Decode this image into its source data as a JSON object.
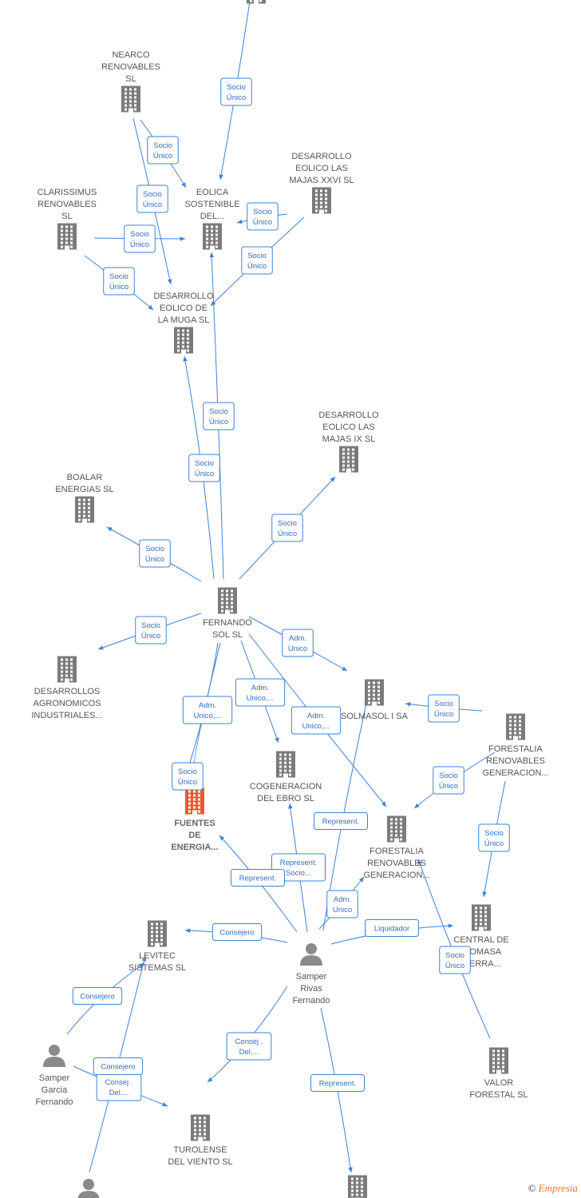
{
  "colors": {
    "company": "#7b7b7b",
    "focus": "#f05a28",
    "person": "#8a8a8a",
    "edge": "#3d82d6"
  },
  "nodes": [
    {
      "id": "top",
      "kind": "company",
      "lines": []
    },
    {
      "id": "nearco",
      "kind": "company",
      "lines": [
        "NEARCO",
        "RENOVABLES",
        "SL"
      ]
    },
    {
      "id": "eolica",
      "kind": "company",
      "lines": [
        "EOLICA",
        "SOSTENIBLE",
        "DEL..."
      ]
    },
    {
      "id": "majas26",
      "kind": "company",
      "lines": [
        "DESARROLLO",
        "EOLICO LAS",
        "MAJAS XXVI  SL"
      ]
    },
    {
      "id": "clarissimus",
      "kind": "company",
      "lines": [
        "CLARISSIMUS",
        "RENOVABLES",
        "SL"
      ]
    },
    {
      "id": "muga",
      "kind": "company",
      "lines": [
        "DESARROLLO",
        "EOLICO DE",
        "LA MUGA SL"
      ]
    },
    {
      "id": "majas9",
      "kind": "company",
      "lines": [
        "DESARROLLO",
        "EOLICO LAS",
        "MAJAS IX  SL"
      ]
    },
    {
      "id": "boalar",
      "kind": "company",
      "lines": [
        "BOALAR",
        "ENERGIAS  SL"
      ]
    },
    {
      "id": "fernando",
      "kind": "company",
      "lines": [
        "FERNANDO",
        "SOL SL"
      ]
    },
    {
      "id": "agronomicos",
      "kind": "company",
      "lines": [
        "DESARROLLOS",
        "AGRONOMICOS",
        "INDUSTRIALES..."
      ]
    },
    {
      "id": "solmasol",
      "kind": "company",
      "lines": [
        "SOLMASOL I SA"
      ]
    },
    {
      "id": "forestalia1",
      "kind": "company",
      "lines": [
        "FORESTALIA",
        "RENOVABLES",
        "GENERACION..."
      ]
    },
    {
      "id": "fuentes",
      "kind": "focus",
      "lines": [
        "FUENTES",
        "DE",
        "ENERGIA..."
      ]
    },
    {
      "id": "cogeneracion",
      "kind": "company",
      "lines": [
        "COGENERACION",
        "DEL EBRO  SL"
      ]
    },
    {
      "id": "forestalia2",
      "kind": "company",
      "lines": [
        "FORESTALIA",
        "RENOVABLES",
        "GENERACION..."
      ]
    },
    {
      "id": "levitec",
      "kind": "company",
      "lines": [
        "LEVITEC",
        "SISTEMAS  SL"
      ]
    },
    {
      "id": "samperRivas",
      "kind": "person",
      "lines": [
        "Samper",
        "Rivas",
        "Fernando"
      ]
    },
    {
      "id": "central",
      "kind": "company",
      "lines": [
        "CENTRAL DE",
        "BIOMASA",
        "TIERRA..."
      ]
    },
    {
      "id": "samperGarcia",
      "kind": "person",
      "lines": [
        "Samper",
        "Garcia",
        "Fernando"
      ]
    },
    {
      "id": "valor",
      "kind": "company",
      "lines": [
        "VALOR",
        "FORESTAL SL"
      ]
    },
    {
      "id": "turolense",
      "kind": "company",
      "lines": [
        "TUROLENSE",
        "DEL VIENTO SL"
      ]
    },
    {
      "id": "bottomPerson",
      "kind": "person",
      "lines": []
    },
    {
      "id": "bottomCompany",
      "kind": "company",
      "lines": []
    }
  ],
  "edges": [
    {
      "from": "top",
      "to": "eolica",
      "label": [
        "Socio",
        "Único"
      ]
    },
    {
      "from": "nearco",
      "to": "eolica",
      "label": [
        "Socio",
        "Único"
      ]
    },
    {
      "from": "nearco",
      "to": "muga",
      "label": [
        "Socio",
        "Único"
      ]
    },
    {
      "from": "majas26",
      "to": "eolica",
      "label": [
        "Socio",
        "Único"
      ]
    },
    {
      "from": "majas26",
      "to": "muga",
      "label": [
        "Socio",
        "Único"
      ]
    },
    {
      "from": "clarissimus",
      "to": "eolica",
      "label": [
        "Socio",
        "Único"
      ]
    },
    {
      "from": "clarissimus",
      "to": "muga",
      "label": [
        "Socio",
        "Único"
      ]
    },
    {
      "from": "fernando",
      "to": "eolica",
      "label": [
        "Socio",
        "Único"
      ]
    },
    {
      "from": "fernando",
      "to": "muga",
      "label": [
        "Socio",
        "Único"
      ]
    },
    {
      "from": "fernando",
      "to": "majas9",
      "label": [
        "Socio",
        "Único"
      ]
    },
    {
      "from": "fernando",
      "to": "boalar",
      "label": [
        "Socio",
        "Único"
      ]
    },
    {
      "from": "fernando",
      "to": "agronomicos",
      "label": [
        "Socio",
        "Único"
      ]
    },
    {
      "from": "fernando",
      "to": "solmasol",
      "label": [
        "Adm.",
        "Unico"
      ]
    },
    {
      "from": "fernando",
      "to": "fuentes",
      "label": [
        "Adm.",
        "Unico,..."
      ]
    },
    {
      "from": "fernando",
      "to": "fuentes",
      "label": [
        "Socio",
        "Único"
      ]
    },
    {
      "from": "fernando",
      "to": "cogeneracion",
      "label": [
        "Adm.",
        "Unico,..."
      ]
    },
    {
      "from": "fernando",
      "to": "forestalia2",
      "label": [
        "Adm.",
        "Unico,..."
      ]
    },
    {
      "from": "forestalia1",
      "to": "solmasol",
      "label": [
        "Socio",
        "Único"
      ]
    },
    {
      "from": "forestalia1",
      "to": "forestalia2",
      "label": [
        "Socio",
        "Único"
      ]
    },
    {
      "from": "forestalia1",
      "to": "central",
      "label": [
        "Socio",
        "Único"
      ]
    },
    {
      "from": "samperRivas",
      "to": "solmasol",
      "label": [
        "Represent."
      ]
    },
    {
      "from": "samperRivas",
      "to": "cogeneracion",
      "label": [
        "Represent.",
        "Socio..."
      ]
    },
    {
      "from": "samperRivas",
      "to": "fuentes",
      "label": [
        "Represent."
      ]
    },
    {
      "from": "samperRivas",
      "to": "forestalia2",
      "label": [
        "Adm.",
        "Unico"
      ]
    },
    {
      "from": "samperRivas",
      "to": "levitec",
      "label": [
        "Consejero"
      ]
    },
    {
      "from": "samperRivas",
      "to": "central",
      "label": [
        "Liquidador"
      ]
    },
    {
      "from": "samperRivas",
      "to": "turolense",
      "label": [
        "Consej .",
        "Del...."
      ]
    },
    {
      "from": "samperRivas",
      "to": "bottomCompany",
      "label": [
        "Represent."
      ]
    },
    {
      "from": "valor",
      "to": "forestalia2",
      "label": [
        "Socio",
        "Único"
      ]
    },
    {
      "from": "samperGarcia",
      "to": "levitec",
      "label": [
        "Consejero"
      ]
    },
    {
      "from": "samperGarcia",
      "to": "turolense",
      "label": [
        "Consej .",
        "Del...."
      ]
    },
    {
      "from": "bottomPerson",
      "to": "levitec",
      "label": [
        "Consejero"
      ]
    }
  ],
  "footer": {
    "copyright": "©",
    "brand": "Empresia"
  }
}
